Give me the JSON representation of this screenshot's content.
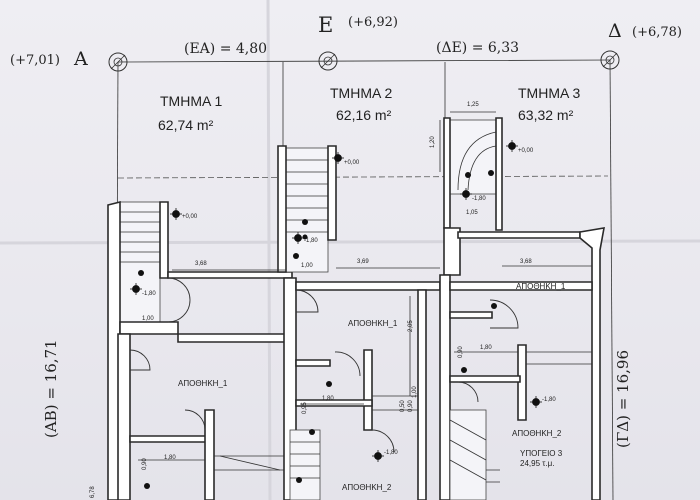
{
  "top": {
    "elev_left": "(+7,01)",
    "point_a": "A",
    "dim_ea": "(ΕΑ) = 4,80",
    "point_e": "Ε",
    "elev_e": "(+6,92)",
    "dim_de": "(ΔΕ) = 6,33",
    "point_d": "Δ",
    "elev_d": "(+6,78)"
  },
  "units": [
    {
      "name": "ΤΜΗΜΑ 1",
      "area": "62,74 m²"
    },
    {
      "name": "ΤΜΗΜΑ 2",
      "area": "62,16 m²"
    },
    {
      "name": "ΤΜΗΜΑ 3",
      "area": "63,32 m²"
    }
  ],
  "side": {
    "left_dim": "(ΑΒ) = 16,71",
    "right_dim": "(ΓΔ) = 16,96",
    "left_small": "6,78"
  },
  "dims": {
    "w1": "3,68",
    "w2": "3,69",
    "w3": "3,68",
    "d100a": "1,00",
    "d100b": "1,00",
    "d125": "1,25",
    "d120": "1,20",
    "d105": "1,05",
    "d180a": "1,80",
    "d180b": "1,80",
    "d180c": "1,80",
    "d205": "2,05",
    "d090a": "0,90",
    "d090b": "0,90",
    "d090c": "0,90",
    "d095": "0,95",
    "d050": "0,50",
    "d100c": "1,00"
  },
  "levels": {
    "l1": "+0,00",
    "l2": "+0,00",
    "l3": "+0,00",
    "m1": "-1,80",
    "m2": "-1,80",
    "m3": "-1,80",
    "m4": "-1,80",
    "m5": "-1,80"
  },
  "rooms": {
    "r1": "ΑΠΟΘΗΚΗ_1",
    "r2": "ΑΠΟΘΗΚΗ_1",
    "r3": "ΑΠΟΘΗΚΗ_1",
    "r4": "ΑΠΟΘΗΚΗ_2",
    "r5": "ΑΠΟΘΗΚΗ_2",
    "basement_title": "ΥΠΟΓΕΙΟ 3",
    "basement_area": "24,95 τ.μ."
  }
}
